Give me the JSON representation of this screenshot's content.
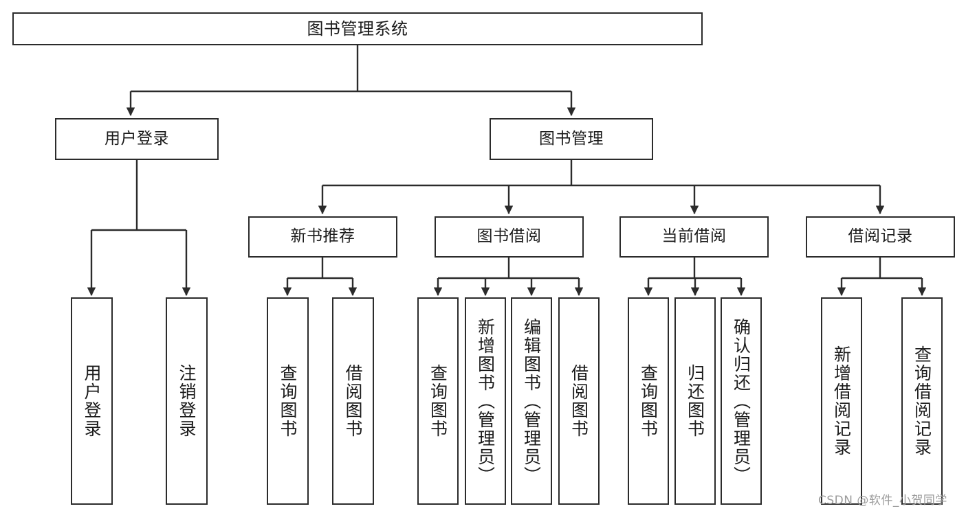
{
  "diagram": {
    "title": "图书管理系统",
    "type": "tree",
    "style": {
      "box_border_color": "#2b2b2b",
      "box_fill_color": "#ffffff",
      "edge_color": "#2b2b2b",
      "text_color": "#1b1b1b",
      "background": "#ffffff"
    },
    "root": {
      "label": "图书管理系统"
    },
    "level1": [
      {
        "label": "用户登录"
      },
      {
        "label": "图书管理"
      }
    ],
    "level2": [
      {
        "label": "新书推荐"
      },
      {
        "label": "图书借阅"
      },
      {
        "label": "当前借阅"
      },
      {
        "label": "借阅记录"
      }
    ],
    "leaves": {
      "user_login": [
        {
          "label": "用户登录"
        },
        {
          "label": "注销登录"
        }
      ],
      "new_book_recommend": [
        {
          "label": "查询图书"
        },
        {
          "label": "借阅图书"
        }
      ],
      "book_borrow": [
        {
          "label": "查询图书"
        },
        {
          "label": "新增图书（管理员）"
        },
        {
          "label": "编辑图书（管理员）"
        },
        {
          "label": "借阅图书"
        }
      ],
      "current_borrow": [
        {
          "label": "查询图书"
        },
        {
          "label": "归还图书"
        },
        {
          "label": "确认归还（管理员）"
        }
      ],
      "borrow_record": [
        {
          "label": "新增借阅记录"
        },
        {
          "label": "查询借阅记录"
        }
      ]
    }
  },
  "watermark": {
    "text": "CSDN @软件_小贺同学"
  }
}
